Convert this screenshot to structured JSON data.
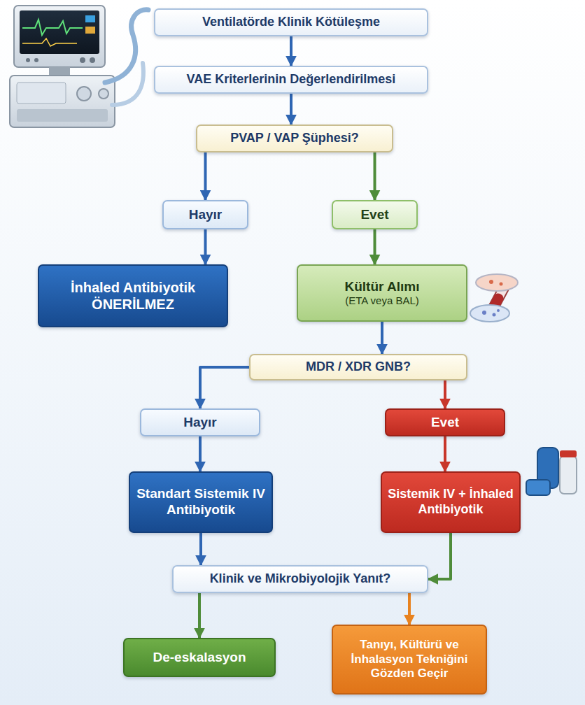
{
  "diagram": {
    "nodes": [
      {
        "text": [
          "Ventilatörde Klinik Kötüleşme"
        ]
      },
      {
        "text": [
          "VAE Kriterlerinin Değerlendirilmesi"
        ]
      },
      {
        "text": [
          "PVAP / VAP Şüphesi?"
        ]
      },
      {
        "text": [
          "Hayır"
        ]
      },
      {
        "text": [
          "Evet"
        ]
      },
      {
        "text": [
          "İnhaled Antibiyotik ÖNERİLMEZ"
        ]
      },
      {
        "text": [
          "Kültür Alımı",
          "(ETA veya BAL)"
        ]
      },
      {
        "text": [
          "MDR / XDR GNB?"
        ]
      },
      {
        "text": [
          "Hayır"
        ]
      },
      {
        "text": [
          "Evet"
        ]
      },
      {
        "text": [
          "Standart Sistemik IV Antibiyotik"
        ]
      },
      {
        "text": [
          "Sistemik IV + İnhaled Antibiyotik"
        ]
      },
      {
        "text": [
          "Klinik ve Mikrobiyolojik Yanıt?"
        ]
      },
      {
        "text": [
          "De-eskalasyon"
        ]
      },
      {
        "text": [
          "Tanıyı, Kültürü ve İnhalasyon Tekniğini Gözden Geçir"
        ]
      }
    ],
    "edges": [
      {
        "from": 0,
        "to": 1,
        "arrow": "to"
      },
      {
        "from": 1,
        "to": 2,
        "arrow": "to"
      },
      {
        "from": 2,
        "to": 3,
        "arrow": "to"
      },
      {
        "from": 2,
        "to": 4,
        "arrow": "to"
      },
      {
        "from": 3,
        "to": 5,
        "arrow": "to"
      },
      {
        "from": 4,
        "to": 6,
        "arrow": "to"
      },
      {
        "from": 6,
        "to": 7,
        "arrow": "to"
      },
      {
        "from": 7,
        "to": 8,
        "arrow": "to"
      },
      {
        "from": 7,
        "to": 9,
        "arrow": "to"
      },
      {
        "from": 8,
        "to": 10,
        "arrow": "to"
      },
      {
        "from": 9,
        "to": 11,
        "arrow": "to"
      },
      {
        "from": 10,
        "to": 12,
        "arrow": "to"
      },
      {
        "from": 11,
        "to": 12,
        "arrow": "to"
      },
      {
        "from": 12,
        "to": 13,
        "arrow": "to"
      },
      {
        "from": 12,
        "to": 14,
        "arrow": "to"
      }
    ]
  }
}
